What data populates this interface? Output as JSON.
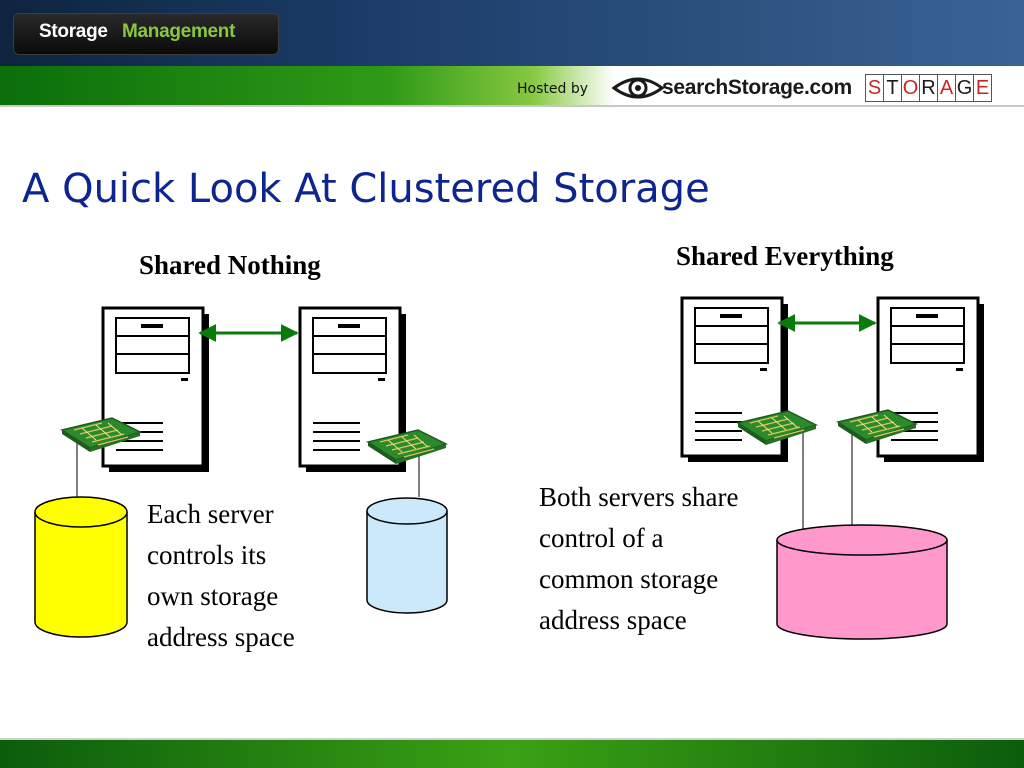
{
  "header": {
    "brand_word_1": "Storage",
    "brand_word_2": "Management",
    "hosted_by": "Hosted by",
    "site_logo": "searchStorage.com",
    "magazine_logo_letters": [
      "S",
      "T",
      "O",
      "R",
      "A",
      "G",
      "E"
    ]
  },
  "slide": {
    "title": "A Quick Look At Clustered Storage",
    "left": {
      "heading": "Shared Nothing",
      "caption_lines": [
        "Each server",
        "controls its",
        "own storage",
        "address space"
      ]
    },
    "right": {
      "heading": "Shared Everything",
      "caption_lines": [
        "Both servers share",
        "control of a",
        "common storage",
        "address space"
      ]
    }
  },
  "colors": {
    "title": "#0d2590",
    "disk_yellow": "#ffff00",
    "disk_light_blue": "#cce8fb",
    "disk_pink": "#ff99cc",
    "link_arrow": "#0a7a0a"
  },
  "icons": [
    "server-icon",
    "network-card-icon",
    "disk-cylinder-icon",
    "double-arrow-icon",
    "eye-logo-icon"
  ]
}
